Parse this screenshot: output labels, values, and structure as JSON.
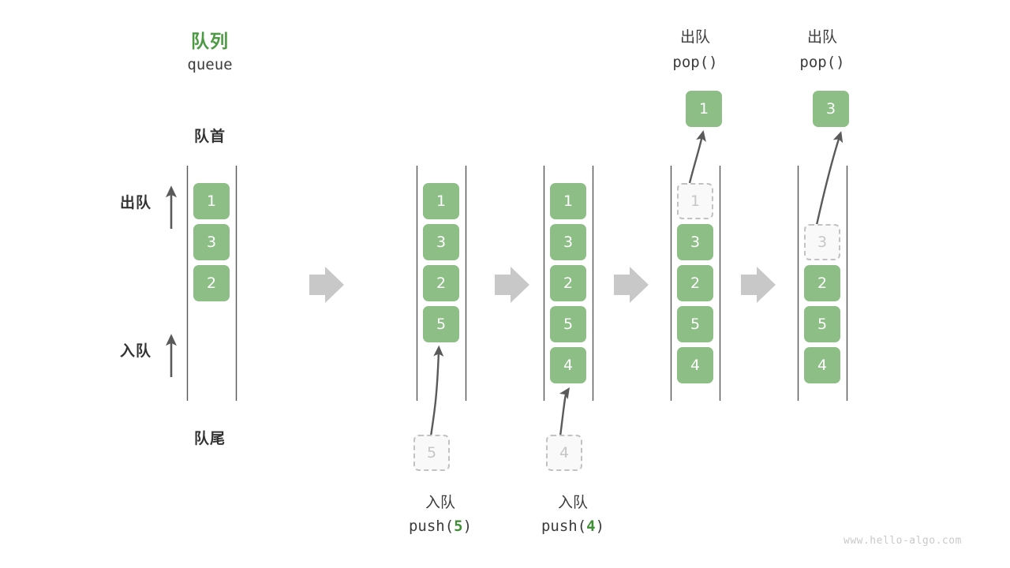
{
  "diagram": {
    "title_cn": "队列",
    "title_en": "queue",
    "front_label": "队首",
    "rear_label": "队尾",
    "dequeue_label": "出队",
    "enqueue_label": "入队",
    "watermark": "www.hello-algo.com",
    "colors": {
      "element_fill": "#8cbe85",
      "element_text": "#ffffff",
      "ghost_fill": "#f9f9f9",
      "ghost_border": "#c2c2c2",
      "ghost_text": "#c6c6c6",
      "rail": "#555555",
      "arrow_gray": "#c8c8c8",
      "accent_green": "#4c9a43",
      "text": "#3c3c3c"
    }
  },
  "panels": [
    {
      "id": "initial",
      "cells": [
        "1",
        "3",
        "2"
      ],
      "ghost_states": [
        false,
        false,
        false
      ],
      "caption_cn": "",
      "caption_code_prefix": "",
      "caption_code_arg": "",
      "caption_code_suffix": "",
      "staged_value": "",
      "popped_value": "",
      "op_cn": "",
      "op_code": ""
    },
    {
      "id": "push-5",
      "cells": [
        "1",
        "3",
        "2",
        "5"
      ],
      "ghost_states": [
        false,
        false,
        false,
        false
      ],
      "caption_cn": "入队",
      "caption_code_prefix": "push(",
      "caption_code_arg": "5",
      "caption_code_suffix": ")",
      "staged_value": "5",
      "popped_value": "",
      "op_cn": "",
      "op_code": ""
    },
    {
      "id": "push-4",
      "cells": [
        "1",
        "3",
        "2",
        "5",
        "4"
      ],
      "ghost_states": [
        false,
        false,
        false,
        false,
        false
      ],
      "caption_cn": "入队",
      "caption_code_prefix": "push(",
      "caption_code_arg": "4",
      "caption_code_suffix": ")",
      "staged_value": "4",
      "popped_value": "",
      "op_cn": "",
      "op_code": ""
    },
    {
      "id": "pop-1",
      "cells": [
        "1",
        "3",
        "2",
        "5",
        "4"
      ],
      "ghost_states": [
        true,
        false,
        false,
        false,
        false
      ],
      "caption_cn": "",
      "caption_code_prefix": "",
      "caption_code_arg": "",
      "caption_code_suffix": "",
      "staged_value": "",
      "popped_value": "1",
      "op_cn": "出队",
      "op_code": "pop()"
    },
    {
      "id": "pop-3",
      "cells": [
        "",
        "3",
        "2",
        "5",
        "4"
      ],
      "ghost_states": [
        false,
        true,
        false,
        false,
        false
      ],
      "caption_cn": "",
      "caption_code_prefix": "",
      "caption_code_arg": "",
      "caption_code_suffix": "",
      "staged_value": "",
      "popped_value": "3",
      "op_cn": "出队",
      "op_code": "pop()"
    }
  ],
  "panel_cells": {
    "p0": [
      "1",
      "3",
      "2"
    ],
    "p1": [
      "1",
      "3",
      "2",
      "5"
    ],
    "p2": [
      "1",
      "3",
      "2",
      "5",
      "4"
    ],
    "p3": [
      "1",
      "3",
      "2",
      "5",
      "4"
    ],
    "p4": [
      "3",
      "2",
      "5",
      "4"
    ]
  },
  "separators": [
    "arrow-right",
    "arrow-right",
    "arrow-right",
    "arrow-right"
  ]
}
